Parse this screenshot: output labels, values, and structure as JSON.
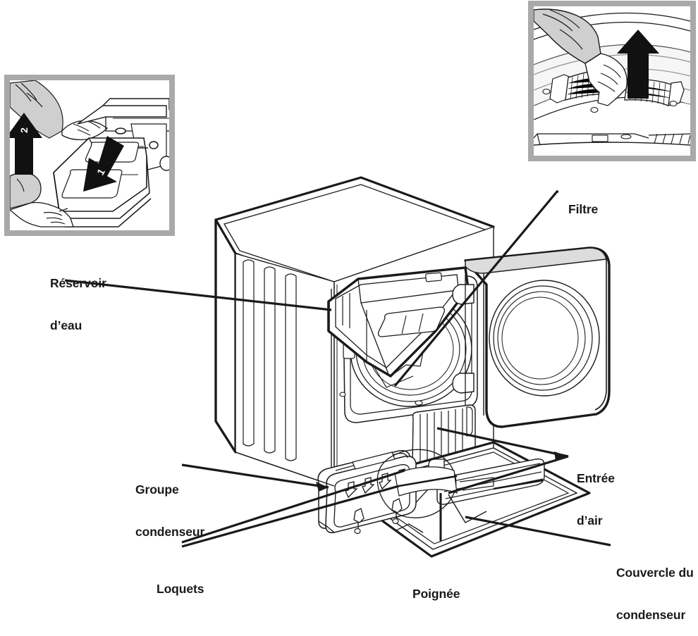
{
  "figure": {
    "title": "Sèche-linge à condensation — vue éclatée des composants",
    "type": "technical-line-illustration",
    "language": "fr",
    "background_color": "#ffffff",
    "line_color": "#1a1a1a",
    "inset_border_color": "#a9a9a9",
    "inset_fill_color": "#ffffff",
    "shade_color": "#d9d9d9"
  },
  "insets": [
    {
      "id": "water-tank-inset",
      "position": "top-left",
      "caption_lines": [
        "Réservoir",
        "d’eau"
      ],
      "depicts": "Deux mains retirant le réservoir d’eau du tiroir supérieur",
      "arrows": [
        {
          "number": "1",
          "direction": "down-left",
          "meaning": "déverrouiller / tirer"
        },
        {
          "number": "2",
          "direction": "up",
          "meaning": "soulever le réservoir"
        }
      ]
    },
    {
      "id": "filter-inset",
      "position": "top-right",
      "caption": "Filtre",
      "depicts": "Main soulevant le filtre à peluches hors de l’ouverture de la porte",
      "arrows": [
        {
          "number": "",
          "direction": "up",
          "meaning": "retirer le filtre vers le haut"
        }
      ]
    }
  ],
  "callouts": [
    {
      "id": "filtre",
      "lines": [
        "Filtre"
      ],
      "align": "left"
    },
    {
      "id": "reservoir-eau",
      "lines": [
        "Réservoir",
        "d’eau"
      ],
      "align": "left"
    },
    {
      "id": "groupe-condenseur",
      "lines": [
        "Groupe",
        "condenseur"
      ],
      "align": "left"
    },
    {
      "id": "entree-air",
      "lines": [
        "Entrée",
        "d’air"
      ],
      "align": "left"
    },
    {
      "id": "loquets",
      "lines": [
        "Loquets"
      ],
      "align": "left"
    },
    {
      "id": "poignee",
      "lines": [
        "Poignée"
      ],
      "align": "left"
    },
    {
      "id": "couvercle-condenseur",
      "lines": [
        "Couvercle du",
        "condenseur"
      ],
      "align": "left"
    }
  ],
  "label_text": {
    "filtre": "Filtre",
    "reservoir_l1": "Réservoir",
    "reservoir_l2": "d’eau",
    "groupe_l1": "Groupe",
    "groupe_l2": "condenseur",
    "entree_l1": "Entrée",
    "entree_l2": "d’air",
    "loquets": "Loquets",
    "poignee": "Poignée",
    "couvercle_l1": "Couvercle du",
    "couvercle_l2": "condenseur",
    "inset_caption_reservoir_l1": "Réservoir",
    "inset_caption_reservoir_l2": "d’eau",
    "inset_caption_filtre": "Filtre"
  },
  "arrow_numbers": {
    "one": "1",
    "two": "2"
  }
}
